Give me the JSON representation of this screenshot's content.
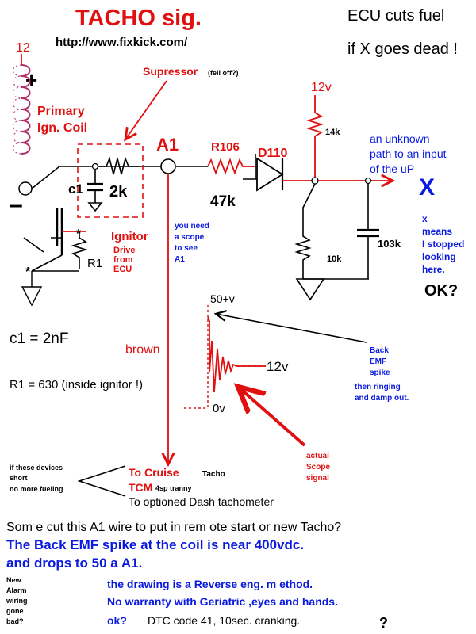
{
  "header": {
    "title": "TACHO sig.",
    "url": "http://www.fixkick.com/",
    "ecu_note_1": "ECU cuts fuel",
    "ecu_note_2": "if  X goes dead !"
  },
  "coil": {
    "supply": "12",
    "plus": "+",
    "minus": "–",
    "label_1": "Primary",
    "label_2": "Ign. Coil"
  },
  "components": {
    "suppressor": "Supressor",
    "suppressor_note": "(fell off?)",
    "c1": "c1",
    "r_2k": "2k",
    "node_a1": "A1",
    "r106": "R106",
    "r106_value": "47k",
    "d110": "D110",
    "vcc": "12v",
    "r_14k": "14k",
    "r_10k": "10k",
    "c_103k": "103k",
    "x_mark": "X",
    "ignitor": "Ignitor",
    "ignitor_drive_1": "Drive",
    "ignitor_drive_2": "from",
    "ignitor_drive_3": "ECU",
    "r1": "R1",
    "brown": "brown"
  },
  "notes": {
    "unknown_path_1": "an unknown",
    "unknown_path_2": "path to an input",
    "unknown_path_3": "of the uP",
    "x_means_1": "x",
    "x_means_2": "means",
    "x_means_3": "I stopped",
    "x_means_4": "looking",
    "x_means_5": "here.",
    "ok": "OK?",
    "scope_1": "you need",
    "scope_2": "a scope",
    "scope_3": "to see",
    "scope_4": "A1",
    "c1_value": "c1 = 2nF",
    "r1_value": "R1 = 630 (inside ignitor !)"
  },
  "waveform": {
    "top_label": "50+v",
    "mid_label": "12v",
    "bottom_label": "0v",
    "back_emf_1": "Back",
    "back_emf_2": "EMF",
    "back_emf_3": "spike",
    "back_emf_4": "then ringing",
    "back_emf_5": "and damp out.",
    "actual_1": "actual",
    "actual_2": "Scope",
    "actual_3": "signal"
  },
  "outputs": {
    "short_1": "if these devices",
    "short_2": "short",
    "short_3": "no more fueling",
    "cruise": "To Cruise",
    "cruise_suffix": "Tacho",
    "tcm": "TCM",
    "tcm_suffix": "4sp tranny",
    "dash": "To optioned Dash tachometer"
  },
  "footer": {
    "line_1": "Som e cut this A1 wire to put in rem ote start or new Tacho?",
    "line_2": "The Back EMF spike at the coil is near 400vdc.",
    "line_3": "and drops to 50 a  A1.",
    "side_1": "New",
    "side_2": "Alarm",
    "side_3": "wiring",
    "side_4": "gone",
    "side_5": "bad?",
    "line_4": "the drawing is a Reverse eng. m ethod.",
    "line_5": "No warranty with Geriatric ,eyes and hands.",
    "line_6_ok": "ok?",
    "line_6": "DTC code 41, 10sec. cranking.",
    "line_6_q": "?"
  }
}
